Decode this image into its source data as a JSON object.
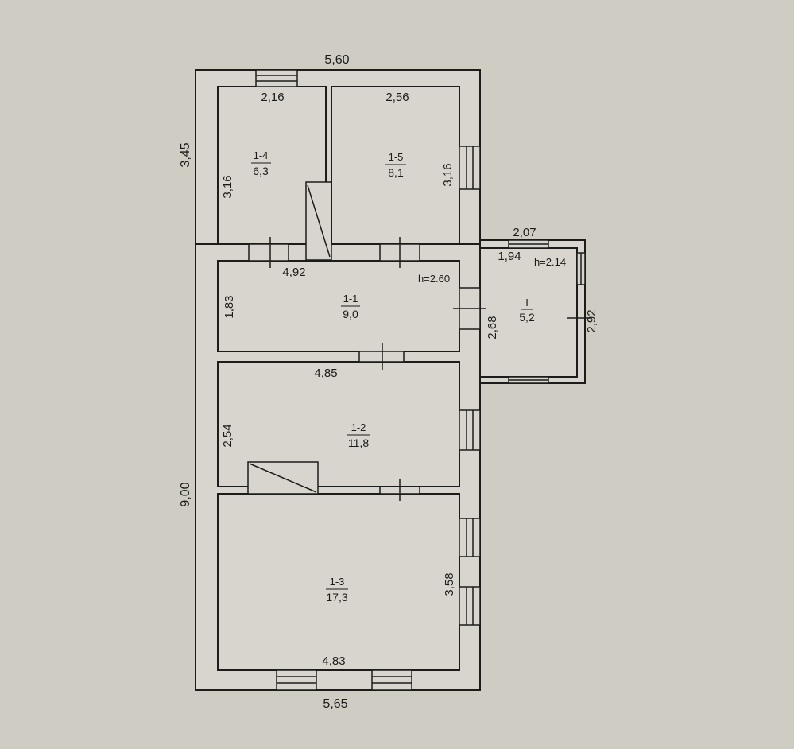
{
  "colors": {
    "paper": "#cfccc4",
    "ink": "#1d1c1a",
    "fill": "#d8d5ce"
  },
  "dimensions": {
    "top_outer": "5,60",
    "bottom_outer": "5,65",
    "left_top": "3,45",
    "left_total": "9,00"
  },
  "rooms": {
    "r14": {
      "id": "1-4",
      "area": "6,3",
      "width": "2,16",
      "depth": "3,16"
    },
    "r15": {
      "id": "1-5",
      "area": "8,1",
      "width": "2,56",
      "depth": "3,16"
    },
    "r11": {
      "id": "1-1",
      "area": "9,0",
      "width": "4,92",
      "depth": "1,83",
      "height": "h=2.60"
    },
    "r12": {
      "id": "1-2",
      "area": "11,8",
      "width": "4,85",
      "depth": "2,54"
    },
    "r13": {
      "id": "1-3",
      "area": "17,3",
      "width": "4,83",
      "depth": "3,58"
    },
    "annex": {
      "id": "I",
      "area": "5,2",
      "outer_width": "2,07",
      "inner_width": "1,94",
      "height": "h=2.14",
      "inner_depth": "2,68",
      "outer_depth": "2,92"
    }
  }
}
